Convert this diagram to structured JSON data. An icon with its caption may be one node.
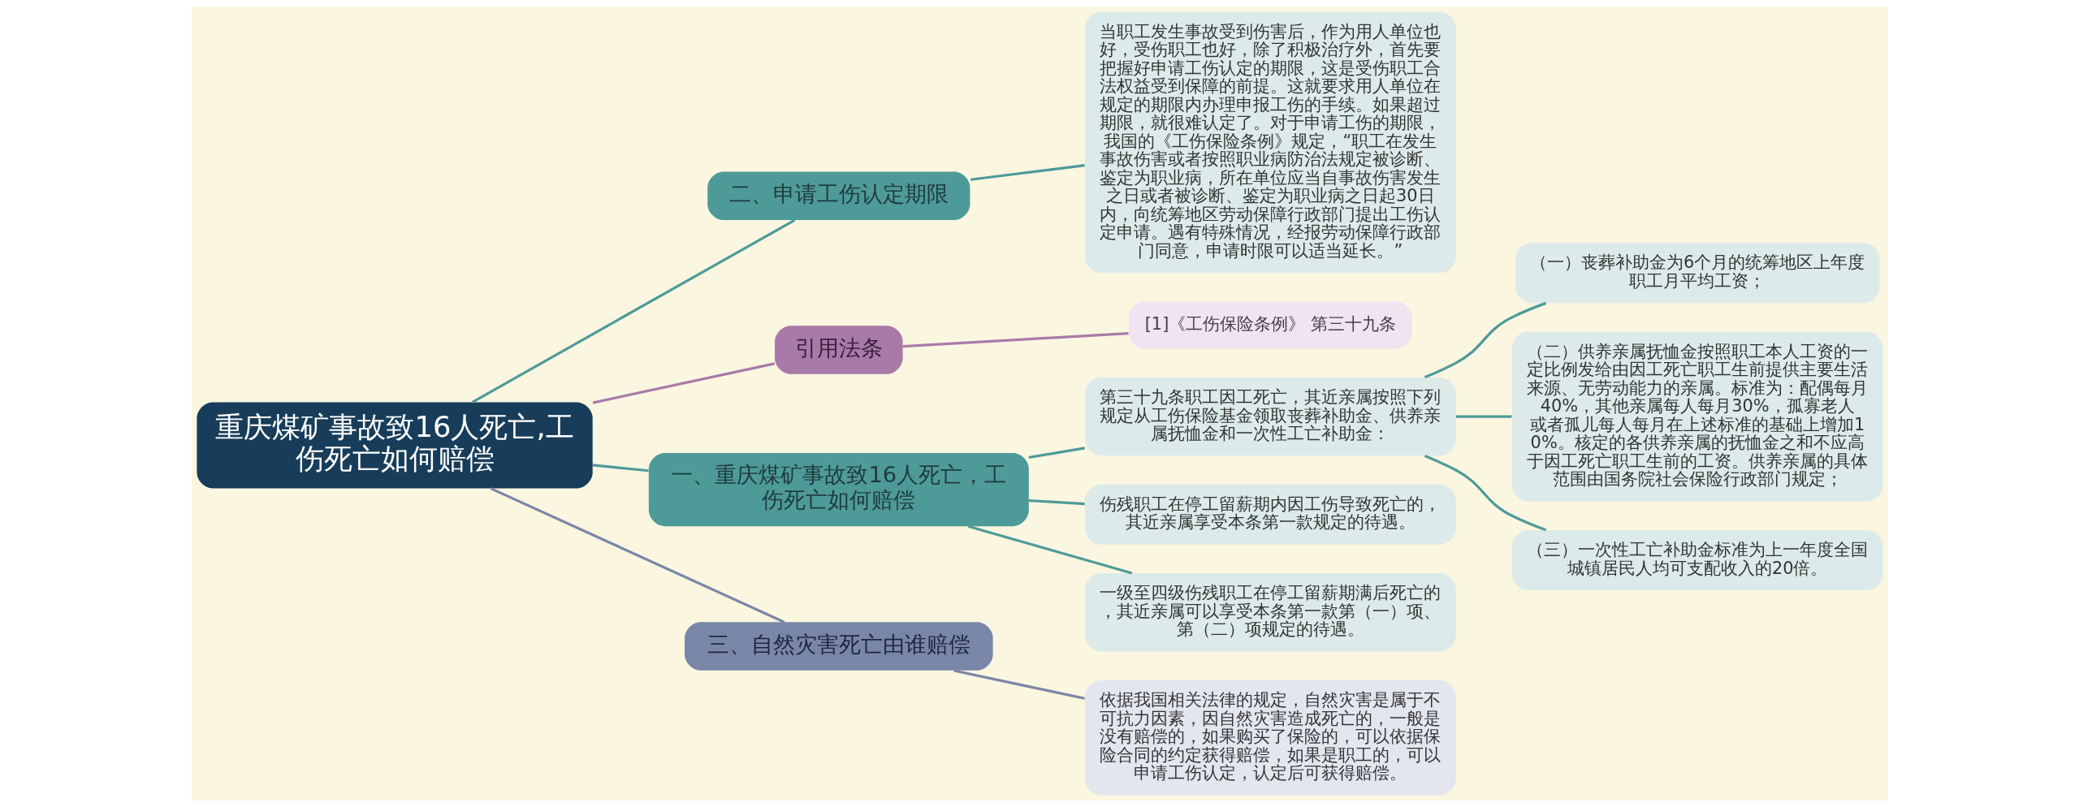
{
  "diagram": {
    "nodes": [
      {
        "text": [
          "重庆煤矿事故致16人死亡,工伤死亡如何赔偿"
        ]
      },
      {
        "text": [
          "二、申请工伤认定期限"
        ]
      },
      {
        "text": [
          "当职工发生事故受到伤害后，作为用人单位也好，受伤职工也好，除了积极治疗外，首先要把握好申请工伤认定的期限，这是受伤职工合法权益受到保障的前提。这就要求用人单位在规定的期限内办理申报工伤的手续。如果超过期限，就很难认定了。对于申请工伤的期限，我国的《工伤保险条例》规定，“职工在发生事故伤害或者按照职业病防治法规定被诊断、鉴定为职业病，所在单位应当自事故伤害发生之日或者被诊断、鉴定为职业病之日起30日内，向统筹地区劳动保障行政部门提出工伤认定申请。遇有特殊情况，经报劳动保障行政部门同意，申请时限可以适当延长。”"
        ]
      },
      {
        "text": [
          "引用法条"
        ]
      },
      {
        "text": [
          "[1]《工伤保险条例》 第三十九条"
        ]
      },
      {
        "text": [
          "一、重庆煤矿事故致16人死亡，工伤死亡如何赔偿"
        ]
      },
      {
        "text": [
          "第三十九条职工因工死亡，其近亲属按照下列规定从工伤保险基金领取丧葬补助金、供养亲属抚恤金和一次性工亡补助金："
        ]
      },
      {
        "text": [
          "（一）丧葬补助金为6个月的统筹地区上年度职工月平均工资；"
        ]
      },
      {
        "text": [
          "（二）供养亲属抚恤金按照职工本人工资的一定比例发给由因工死亡职工生前提供主要生活来源、无劳动能力的亲属。标准为：配偶每月40%，其他亲属每人每月30%，孤寡老人或者孤儿每人每月在上述标准的基础上增加10%。核定的各供养亲属的抚恤金之和不应高于因工死亡职工生前的工资。供养亲属的具体范围由国务院社会保险行政部门规定；"
        ]
      },
      {
        "text": [
          "（三）一次性工亡补助金标准为上一年度全国城镇居民人均可支配收入的20倍。"
        ]
      },
      {
        "text": [
          "伤残职工在停工留薪期内因工伤导致死亡的，其近亲属享受本条第一款规定的待遇。"
        ]
      },
      {
        "text": [
          "一级至四级伤残职工在停工留薪期满后死亡的，其近亲属可以享受本条第一款第（一）项、第（二）项规定的待遇。"
        ]
      },
      {
        "text": [
          "三、自然灾害死亡由谁赔偿"
        ]
      },
      {
        "text": [
          "依据我国相关法律的规定，自然灾害是属于不可抗力因素，因自然灾害造成死亡的，一般是没有赔偿的，如果购买了保险的，可以依据保险合同的约定获得赔偿，如果是职工的，可以申请工伤认定，认定后可获得赔偿。"
        ]
      }
    ],
    "edges": [
      {
        "from": 0,
        "to": 1,
        "arrow": "none"
      },
      {
        "from": 1,
        "to": 2,
        "arrow": "none"
      },
      {
        "from": 0,
        "to": 3,
        "arrow": "none",
        "color": "#a87aa8"
      },
      {
        "from": 3,
        "to": 4,
        "arrow": "none",
        "color": "#a87aa8"
      },
      {
        "from": 0,
        "to": 5,
        "arrow": "none"
      },
      {
        "from": 5,
        "to": 6,
        "arrow": "none"
      },
      {
        "from": 6,
        "to": 7,
        "arrow": "none"
      },
      {
        "from": 6,
        "to": 8,
        "arrow": "none"
      },
      {
        "from": 6,
        "to": 9,
        "arrow": "none"
      },
      {
        "from": 5,
        "to": 10,
        "arrow": "none"
      },
      {
        "from": 5,
        "to": 11,
        "arrow": "none"
      },
      {
        "from": 0,
        "to": 12,
        "arrow": "none",
        "color": "#7a86a8"
      },
      {
        "from": 12,
        "to": 13,
        "arrow": "none",
        "color": "#7a86a8"
      }
    ]
  }
}
